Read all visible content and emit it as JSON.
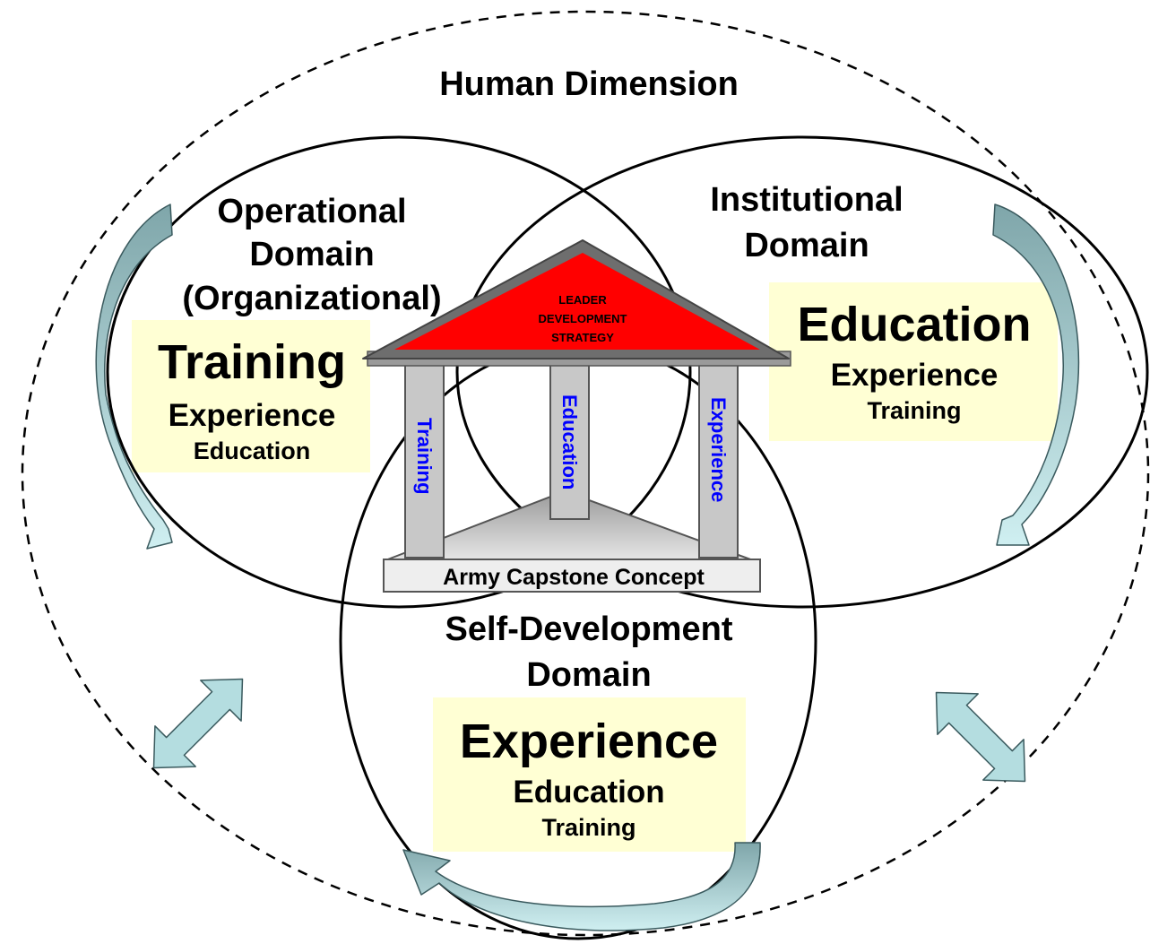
{
  "outer_title": "Human Dimension",
  "domains": {
    "operational": {
      "title_lines": [
        "Operational",
        "Domain",
        "(Organizational)"
      ],
      "primary": "Training",
      "secondary": "Experience",
      "tertiary": "Education"
    },
    "institutional": {
      "title_lines": [
        "Institutional",
        "Domain"
      ],
      "primary": "Education",
      "secondary": "Experience",
      "tertiary": "Training"
    },
    "self_development": {
      "title_lines": [
        "Self-Development",
        "Domain"
      ],
      "primary": "Experience",
      "secondary": "Education",
      "tertiary": "Training"
    }
  },
  "temple": {
    "roof_lines": [
      "LEADER",
      "DEVELOPMENT",
      "STRATEGY"
    ],
    "pillars": [
      "Training",
      "Education",
      "Experience"
    ],
    "base_label": "Army Capstone Concept"
  },
  "colors": {
    "roof": "#ff0000",
    "pillar_text": "#0000ff",
    "highlight_box": "#ffffcc",
    "arrow_fill": "#b4dde0",
    "curved_arrow_fill": "#9fc6c9"
  }
}
